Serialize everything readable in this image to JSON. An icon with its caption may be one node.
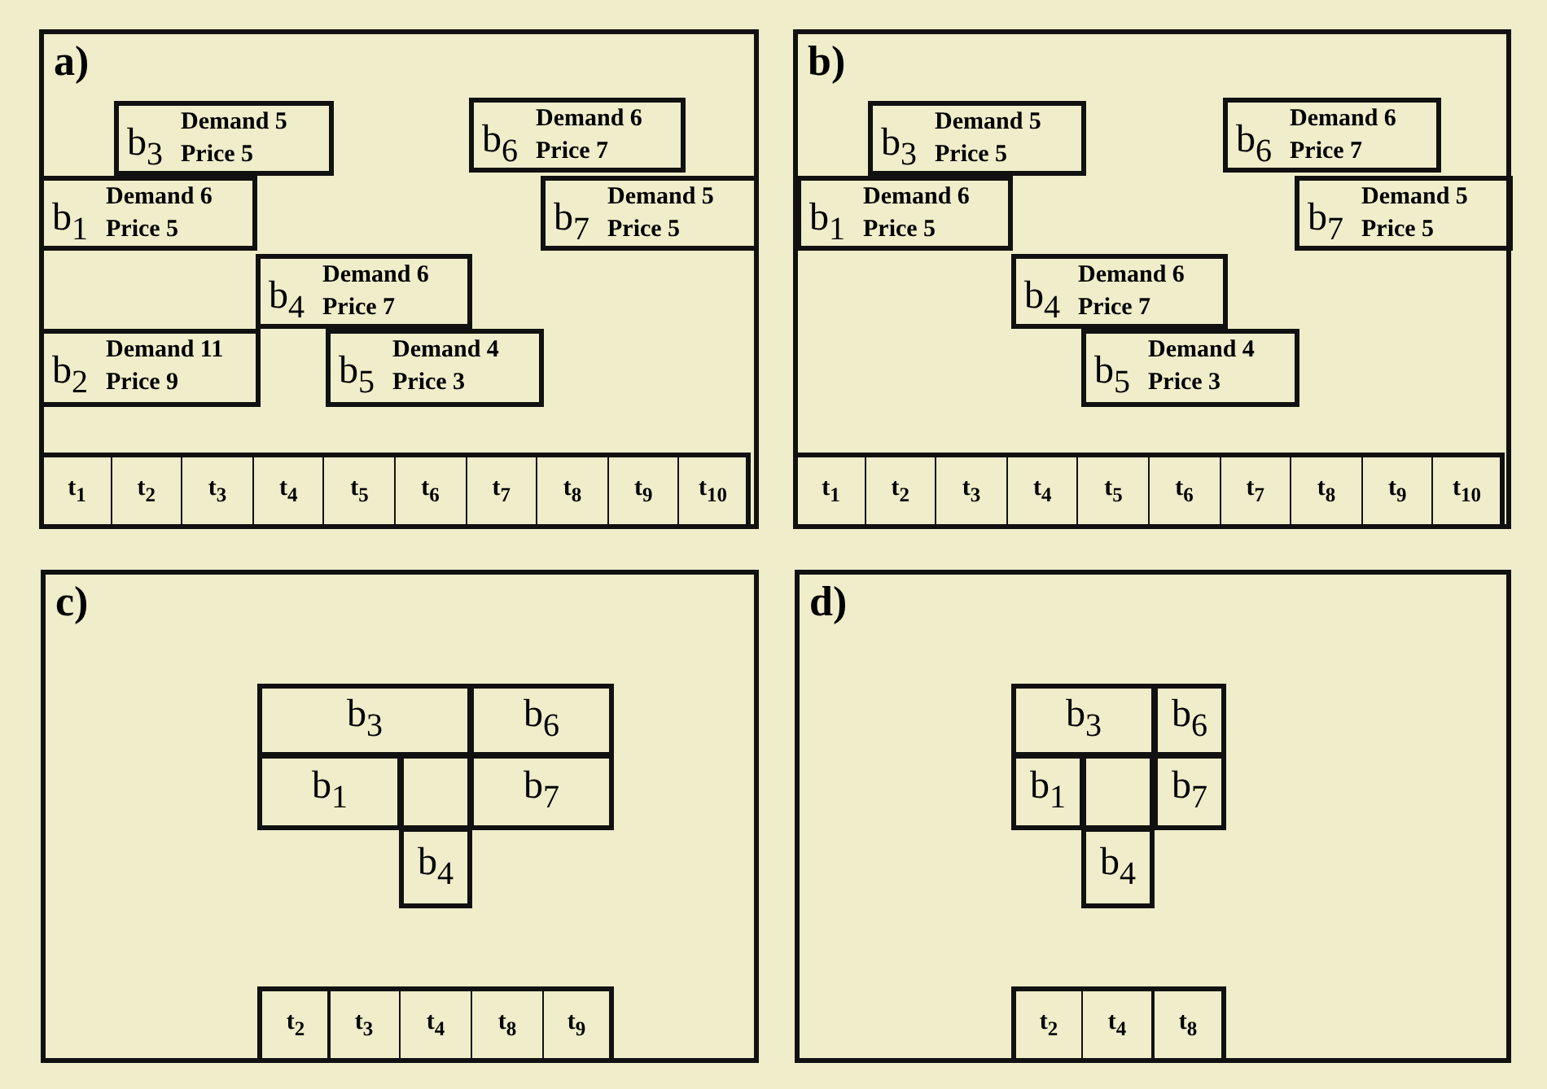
{
  "diagram": {
    "nodes": [
      {
        "text": [
          "a)"
        ]
      },
      {
        "text": [
          "b$_{3}$",
          "Demand 5",
          "Price 5"
        ],
        "in": 0
      },
      {
        "text": [
          "b$_{6}$",
          "Demand 6",
          "Price 7"
        ],
        "in": 0
      },
      {
        "text": [
          "b$_{1}$",
          "Demand 6",
          "Price 5"
        ],
        "in": 0
      },
      {
        "text": [
          "b$_{7}$",
          "Demand 5",
          "Price 5"
        ],
        "in": 0
      },
      {
        "text": [
          "b$_{4}$",
          "Demand 6",
          "Price 7"
        ],
        "in": 0
      },
      {
        "text": [
          "b$_{2}$",
          "Demand 11",
          "Price 9"
        ],
        "in": 0
      },
      {
        "text": [
          "b$_{5}$",
          "Demand 4",
          "Price 3"
        ],
        "in": 0
      },
      {
        "text": [
          "t$_{1}$"
        ],
        "in": 0
      },
      {
        "text": [
          "t$_{2}$"
        ],
        "in": 0
      },
      {
        "text": [
          "t$_{3}$"
        ],
        "in": 0
      },
      {
        "text": [
          "t$_{4}$"
        ],
        "in": 0
      },
      {
        "text": [
          "t$_{5}$"
        ],
        "in": 0
      },
      {
        "text": [
          "t$_{6}$"
        ],
        "in": 0
      },
      {
        "text": [
          "t$_{7}$"
        ],
        "in": 0
      },
      {
        "text": [
          "t$_{8}$"
        ],
        "in": 0
      },
      {
        "text": [
          "t$_{9}$"
        ],
        "in": 0
      },
      {
        "text": [
          "t$_{10}$"
        ],
        "in": 0
      },
      {
        "text": [
          "b)"
        ]
      },
      {
        "text": [
          "b$_{3}$",
          "Demand 5",
          "Price 5"
        ],
        "in": 18
      },
      {
        "text": [
          "b$_{6}$",
          "Demand 6",
          "Price 7"
        ],
        "in": 18
      },
      {
        "text": [
          "b$_{1}$",
          "Demand 6",
          "Price 5"
        ],
        "in": 18
      },
      {
        "text": [
          "b$_{7}$",
          "Demand 5",
          "Price 5"
        ],
        "in": 18
      },
      {
        "text": [
          "b$_{4}$",
          "Demand 6",
          "Price 7"
        ],
        "in": 18
      },
      {
        "text": [
          "b$_{5}$",
          "Demand 4",
          "Price 3"
        ],
        "in": 18
      },
      {
        "text": [
          "t$_{1}$"
        ],
        "in": 18
      },
      {
        "text": [
          "t$_{2}$"
        ],
        "in": 18
      },
      {
        "text": [
          "t$_{3}$"
        ],
        "in": 18
      },
      {
        "text": [
          "t$_{4}$"
        ],
        "in": 18
      },
      {
        "text": [
          "t$_{5}$"
        ],
        "in": 18
      },
      {
        "text": [
          "t$_{6}$"
        ],
        "in": 18
      },
      {
        "text": [
          "t$_{7}$"
        ],
        "in": 18
      },
      {
        "text": [
          "t$_{8}$"
        ],
        "in": 18
      },
      {
        "text": [
          "t$_{9}$"
        ],
        "in": 18
      },
      {
        "text": [
          "t$_{10}$"
        ],
        "in": 18
      },
      {
        "text": [
          "c)"
        ]
      },
      {
        "text": [
          "b$_{3}$"
        ],
        "in": 35
      },
      {
        "text": [
          "b$_{6}$"
        ],
        "in": 35
      },
      {
        "text": [
          "b$_{1}$"
        ],
        "in": 35
      },
      {
        "text": [],
        "shape": "box",
        "in": 35
      },
      {
        "text": [
          "b$_{7}$"
        ],
        "in": 35
      },
      {
        "text": [
          "b$_{4}$"
        ],
        "in": 35
      },
      {
        "text": [
          "t$_{2}$"
        ],
        "in": 35
      },
      {
        "text": [
          "t$_{3}$"
        ],
        "in": 35
      },
      {
        "text": [
          "t$_{4}$"
        ],
        "in": 35
      },
      {
        "text": [
          "t$_{8}$"
        ],
        "in": 35
      },
      {
        "text": [
          "t$_{9}$"
        ],
        "in": 35
      },
      {
        "text": [
          "d)"
        ]
      },
      {
        "text": [
          "b$_{3}$"
        ],
        "in": 47
      },
      {
        "text": [
          "b$_{6}$"
        ],
        "in": 47
      },
      {
        "text": [
          "b$_{1}$"
        ],
        "in": 47
      },
      {
        "text": [],
        "shape": "box",
        "in": 47
      },
      {
        "text": [
          "b$_{7}$"
        ],
        "in": 47
      },
      {
        "text": [
          "b$_{4}$"
        ],
        "in": 47
      },
      {
        "text": [
          "t$_{2}$"
        ],
        "in": 47
      },
      {
        "text": [
          "t$_{4}$"
        ],
        "in": 47
      },
      {
        "text": [
          "t$_{8}$"
        ],
        "in": 47
      }
    ]
  }
}
